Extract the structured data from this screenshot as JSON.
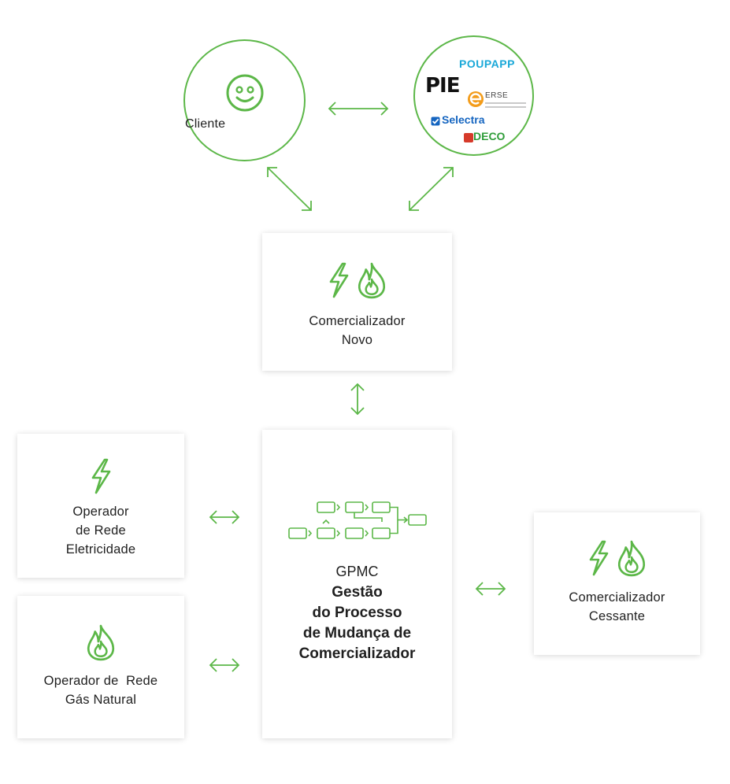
{
  "colors": {
    "accent": "#5cb748",
    "text": "#1f1f1f",
    "card_bg": "#ffffff"
  },
  "client": {
    "label": "Cliente",
    "icon": "smiley-icon"
  },
  "partners": {
    "logos": [
      "POUPAPP",
      "PIE",
      "ERSE",
      "Selectra",
      "DECO"
    ],
    "poupapp": "POUPAPP",
    "pie": "PIE",
    "erse": "ERSE",
    "selectra": "Selectra",
    "deco": "DECO"
  },
  "comercializador_novo": {
    "line1": "Comercializador",
    "line2": "Novo",
    "icons": [
      "lightning-icon",
      "flame-icon"
    ]
  },
  "operador_eletricidade": {
    "line1": "Operador",
    "line2": "de Rede",
    "line3": "Eletricidade",
    "icons": [
      "lightning-icon"
    ]
  },
  "operador_gas": {
    "line1": "Operador de  Rede",
    "line2": "Gás Natural",
    "icons": [
      "flame-icon"
    ]
  },
  "gpmc": {
    "acronym": "GPMC",
    "line1": "Gestão",
    "line2": "do Processo",
    "line3": "de Mudança de",
    "line4": "Comercializador",
    "icon": "process-flow-icon"
  },
  "comercializador_cessante": {
    "line1": "Comercializador",
    "line2": "Cessante",
    "icons": [
      "lightning-icon",
      "flame-icon"
    ]
  }
}
